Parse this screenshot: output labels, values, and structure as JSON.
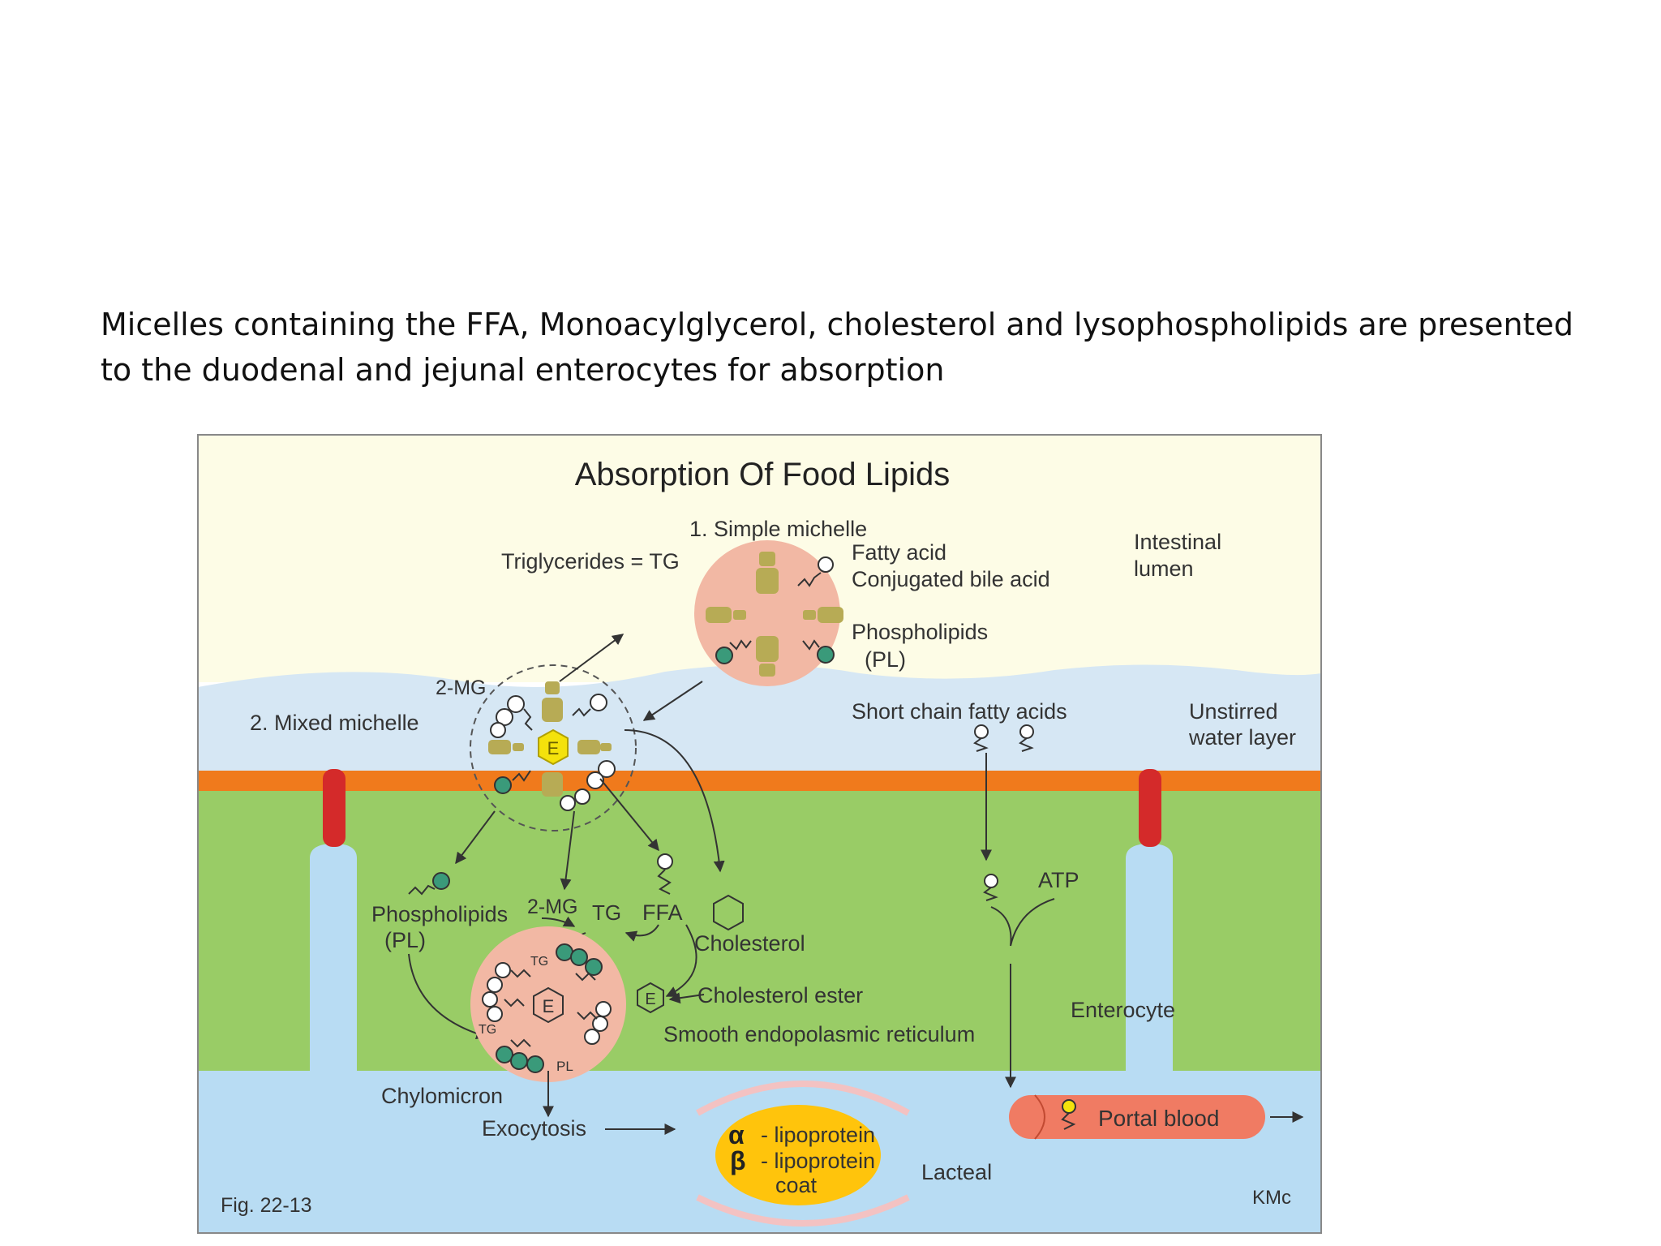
{
  "slide": {
    "caption_line1": "Micelles containing the FFA, Monoacylglycerol, cholesterol and lysophospholipids are presented",
    "caption_line2": "to the duodenal and jejunal enterocytes for absorption"
  },
  "figure": {
    "title": "Absorption Of Food Lipids",
    "simple_micelle": "1. Simple michelle",
    "triglycerides": "Triglycerides = TG",
    "fatty_acid": "Fatty acid",
    "conjugated_bile_acid": "Conjugated bile acid",
    "phospholipids_top": "Phospholipids",
    "pl_top": "(PL)",
    "intestinal_lumen_1": "Intestinal",
    "intestinal_lumen_2": "lumen",
    "two_mg_top": "2-MG",
    "mixed_micelle": "2. Mixed michelle",
    "short_chain": "Short chain fatty acids",
    "unstirred_1": "Unstirred",
    "unstirred_2": "water layer",
    "atp": "ATP",
    "phospholipids_mid": "Phospholipids",
    "pl_mid": "(PL)",
    "two_mg_mid": "2-MG",
    "tg_mid": "TG",
    "ffa": "FFA",
    "cholesterol": "Cholesterol",
    "cholesterol_ester": "Cholesterol ester",
    "ser": "Smooth endopolasmic reticulum",
    "enterocyte": "Enterocyte",
    "tg_small_1": "TG",
    "tg_small_2": "TG",
    "pl_small": "PL",
    "e_label_1": "E",
    "e_label_2": "E",
    "e_label_3": "E",
    "chylomicron": "Chylomicron",
    "exocytosis": "Exocytosis",
    "alpha": "α",
    "alpha_text": "- lipoprotein",
    "beta": "β",
    "beta_text": "- lipoprotein",
    "coat": "coat",
    "lacteal": "Lacteal",
    "portal_blood": "Portal blood",
    "fig_number": "Fig. 22-13",
    "credit": "KMc"
  },
  "colors": {
    "lumen": "#fdfce6",
    "water_layer": "#d6e7f4",
    "membrane": "#f07a1c",
    "enterocyte": "#99cc66",
    "blood": "#b8dcf3",
    "micelle": "#f2b8a4",
    "lipid_head": "#3a9a7a",
    "tight_junction": "#d42a2a",
    "lacteal_fill": "#ffc40c",
    "portal_fill": "#f07b63"
  }
}
